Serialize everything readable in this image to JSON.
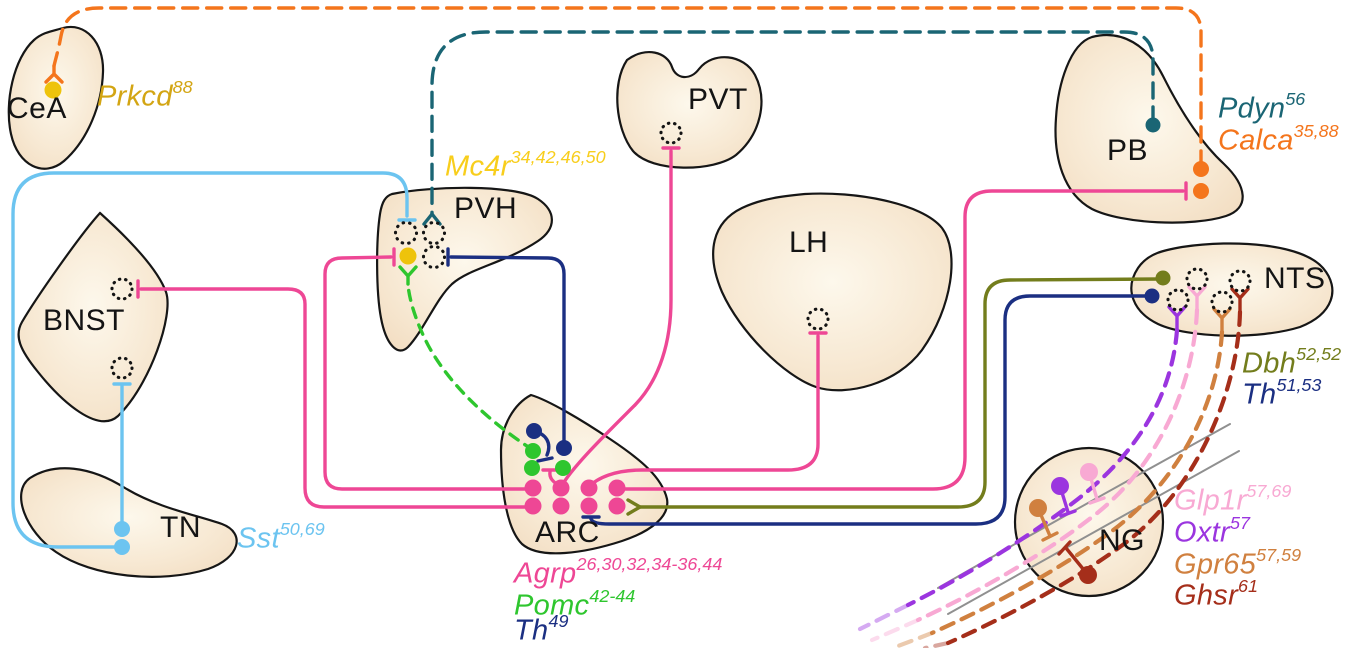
{
  "figure": {
    "description": "Brain feeding-circuit connectome diagram: brain regions with genetically defined neuron populations and their projections",
    "line_types": {
      "solid": "functional projection",
      "dashed": "projection (dashed)",
      "t_bar": "inhibitory terminal",
      "y_fork": "excitatory/receptor terminal",
      "dotted_circle": "unidentified target neuron"
    }
  },
  "regions": {
    "cea": {
      "name": "CeA"
    },
    "bnst": {
      "name": "BNST"
    },
    "tn": {
      "name": "TN"
    },
    "pvh": {
      "name": "PVH"
    },
    "pvt": {
      "name": "PVT"
    },
    "arc": {
      "name": "ARC"
    },
    "lh": {
      "name": "LH"
    },
    "pb": {
      "name": "PB"
    },
    "nts": {
      "name": "NTS"
    },
    "ng": {
      "name": "NG"
    }
  },
  "genes": {
    "prkcd": {
      "text": "Prkcd",
      "sup": "88",
      "color": "#d3a513",
      "region": "CeA"
    },
    "mc4r": {
      "text": "Mc4r",
      "sup": "34,42,46,50",
      "color": "#f8ce1c",
      "region": "PVH"
    },
    "sst": {
      "text": "Sst",
      "sup": "50,69",
      "color": "#6cc4f0",
      "region": "TN"
    },
    "agrp": {
      "text": "Agrp",
      "sup": "26,30,32,34-36,44",
      "color": "#ee4795",
      "region": "ARC"
    },
    "pomc": {
      "text": "Pomc",
      "sup": "42-44",
      "color": "#2ec62e",
      "region": "ARC"
    },
    "th_arc": {
      "text": "Th",
      "sup": "49",
      "color": "#1b2f82",
      "region": "ARC"
    },
    "pdyn": {
      "text": "Pdyn",
      "sup": "56",
      "color": "#1a6574",
      "region": "PB"
    },
    "calca": {
      "text": "Calca",
      "sup": "35,88",
      "color": "#f4751c",
      "region": "PB"
    },
    "dbh": {
      "text": "Dbh",
      "sup": "52,52",
      "color": "#737d1c",
      "region": "NTS"
    },
    "th_nts": {
      "text": "Th",
      "sup": "51,53",
      "color": "#1b2f82",
      "region": "NTS"
    },
    "glp1r": {
      "text": "Glp1r",
      "sup": "57,69",
      "color": "#f8a9d3",
      "region": "NG"
    },
    "oxtr": {
      "text": "Oxtr",
      "sup": "57",
      "color": "#9b35df",
      "region": "NG"
    },
    "gpr65": {
      "text": "Gpr65",
      "sup": "57,59",
      "color": "#d0803f",
      "region": "NG"
    },
    "ghsr": {
      "text": "Ghsr",
      "sup": "61",
      "color": "#a52e1a",
      "region": "NG"
    }
  },
  "connections": [
    {
      "from": "ARC Agrp",
      "to": "PVH Mc4r neuron",
      "terminal": "inhibitory",
      "style": "solid",
      "color": "#ee4795"
    },
    {
      "from": "ARC Agrp",
      "to": "BNST neuron",
      "terminal": "inhibitory",
      "style": "solid",
      "color": "#ee4795"
    },
    {
      "from": "ARC Agrp",
      "to": "PVT neuron",
      "terminal": "inhibitory",
      "style": "solid",
      "color": "#ee4795"
    },
    {
      "from": "ARC Agrp",
      "to": "LH neuron",
      "terminal": "inhibitory",
      "style": "solid",
      "color": "#ee4795"
    },
    {
      "from": "ARC Agrp",
      "to": "PB Calca neuron",
      "terminal": "inhibitory",
      "style": "solid",
      "color": "#ee4795"
    },
    {
      "from": "ARC Agrp",
      "to": "ARC Pomc neuron",
      "terminal": "inhibitory",
      "style": "solid",
      "color": "#ee4795"
    },
    {
      "from": "ARC Pomc",
      "to": "PVH Mc4r neuron",
      "terminal": "receptor",
      "style": "dashed",
      "color": "#2ec62e"
    },
    {
      "from": "ARC Th",
      "to": "PVH neuron",
      "terminal": "inhibitory",
      "style": "solid",
      "color": "#1b2f82"
    },
    {
      "from": "ARC Th",
      "to": "ARC Pomc neuron",
      "terminal": "inhibitory",
      "style": "solid",
      "color": "#1b2f82"
    },
    {
      "from": "TN Sst",
      "to": "PVH neuron",
      "terminal": "inhibitory",
      "style": "solid",
      "color": "#6cc4f0"
    },
    {
      "from": "TN Sst",
      "to": "BNST neuron",
      "terminal": "inhibitory",
      "style": "solid",
      "color": "#6cc4f0"
    },
    {
      "from": "PB Pdyn",
      "to": "PVH neuron",
      "terminal": "receptor",
      "style": "dashed",
      "color": "#1a6574"
    },
    {
      "from": "PB Calca",
      "to": "CeA Prkcd neuron",
      "terminal": "receptor",
      "style": "dashed",
      "color": "#f4751c"
    },
    {
      "from": "NTS Dbh",
      "to": "ARC Agrp neuron",
      "terminal": "receptor",
      "style": "solid",
      "color": "#737d1c"
    },
    {
      "from": "NTS Th",
      "to": "ARC Agrp neuron",
      "terminal": "inhibitory",
      "style": "solid",
      "color": "#1b2f82"
    },
    {
      "from": "NG Glp1r",
      "to": "NTS neuron",
      "terminal": "receptor",
      "style": "dashed",
      "color": "#f8a9d3"
    },
    {
      "from": "NG Oxtr",
      "to": "NTS neuron",
      "terminal": "receptor",
      "style": "dashed",
      "color": "#9b35df"
    },
    {
      "from": "NG Gpr65",
      "to": "NTS neuron",
      "terminal": "receptor",
      "style": "dashed",
      "color": "#d0803f"
    },
    {
      "from": "NG Ghsr",
      "to": "NTS neuron",
      "terminal": "receptor",
      "style": "dashed",
      "color": "#a52e1a"
    }
  ],
  "colors": {
    "region_fill_edge": "#f0d8ba",
    "region_fill_center": "#fdf8ec",
    "region_outline": "#161616",
    "agrp_pink": "#ee4795",
    "pomc_green": "#2ec62e",
    "th_navy": "#1b2f82",
    "sst_lightblue": "#6cc4f0",
    "pdyn_teal": "#1a6574",
    "calca_orange": "#f4751c",
    "mc4r_gold": "#eec30b",
    "dbh_olive": "#737d1c",
    "oxtr_purple": "#9b35df",
    "glp1r_lightpink": "#f8a9d3",
    "gpr65_tan": "#d0803f",
    "ghsr_darkred": "#a52e1a",
    "nerve_gray": "#909090"
  }
}
